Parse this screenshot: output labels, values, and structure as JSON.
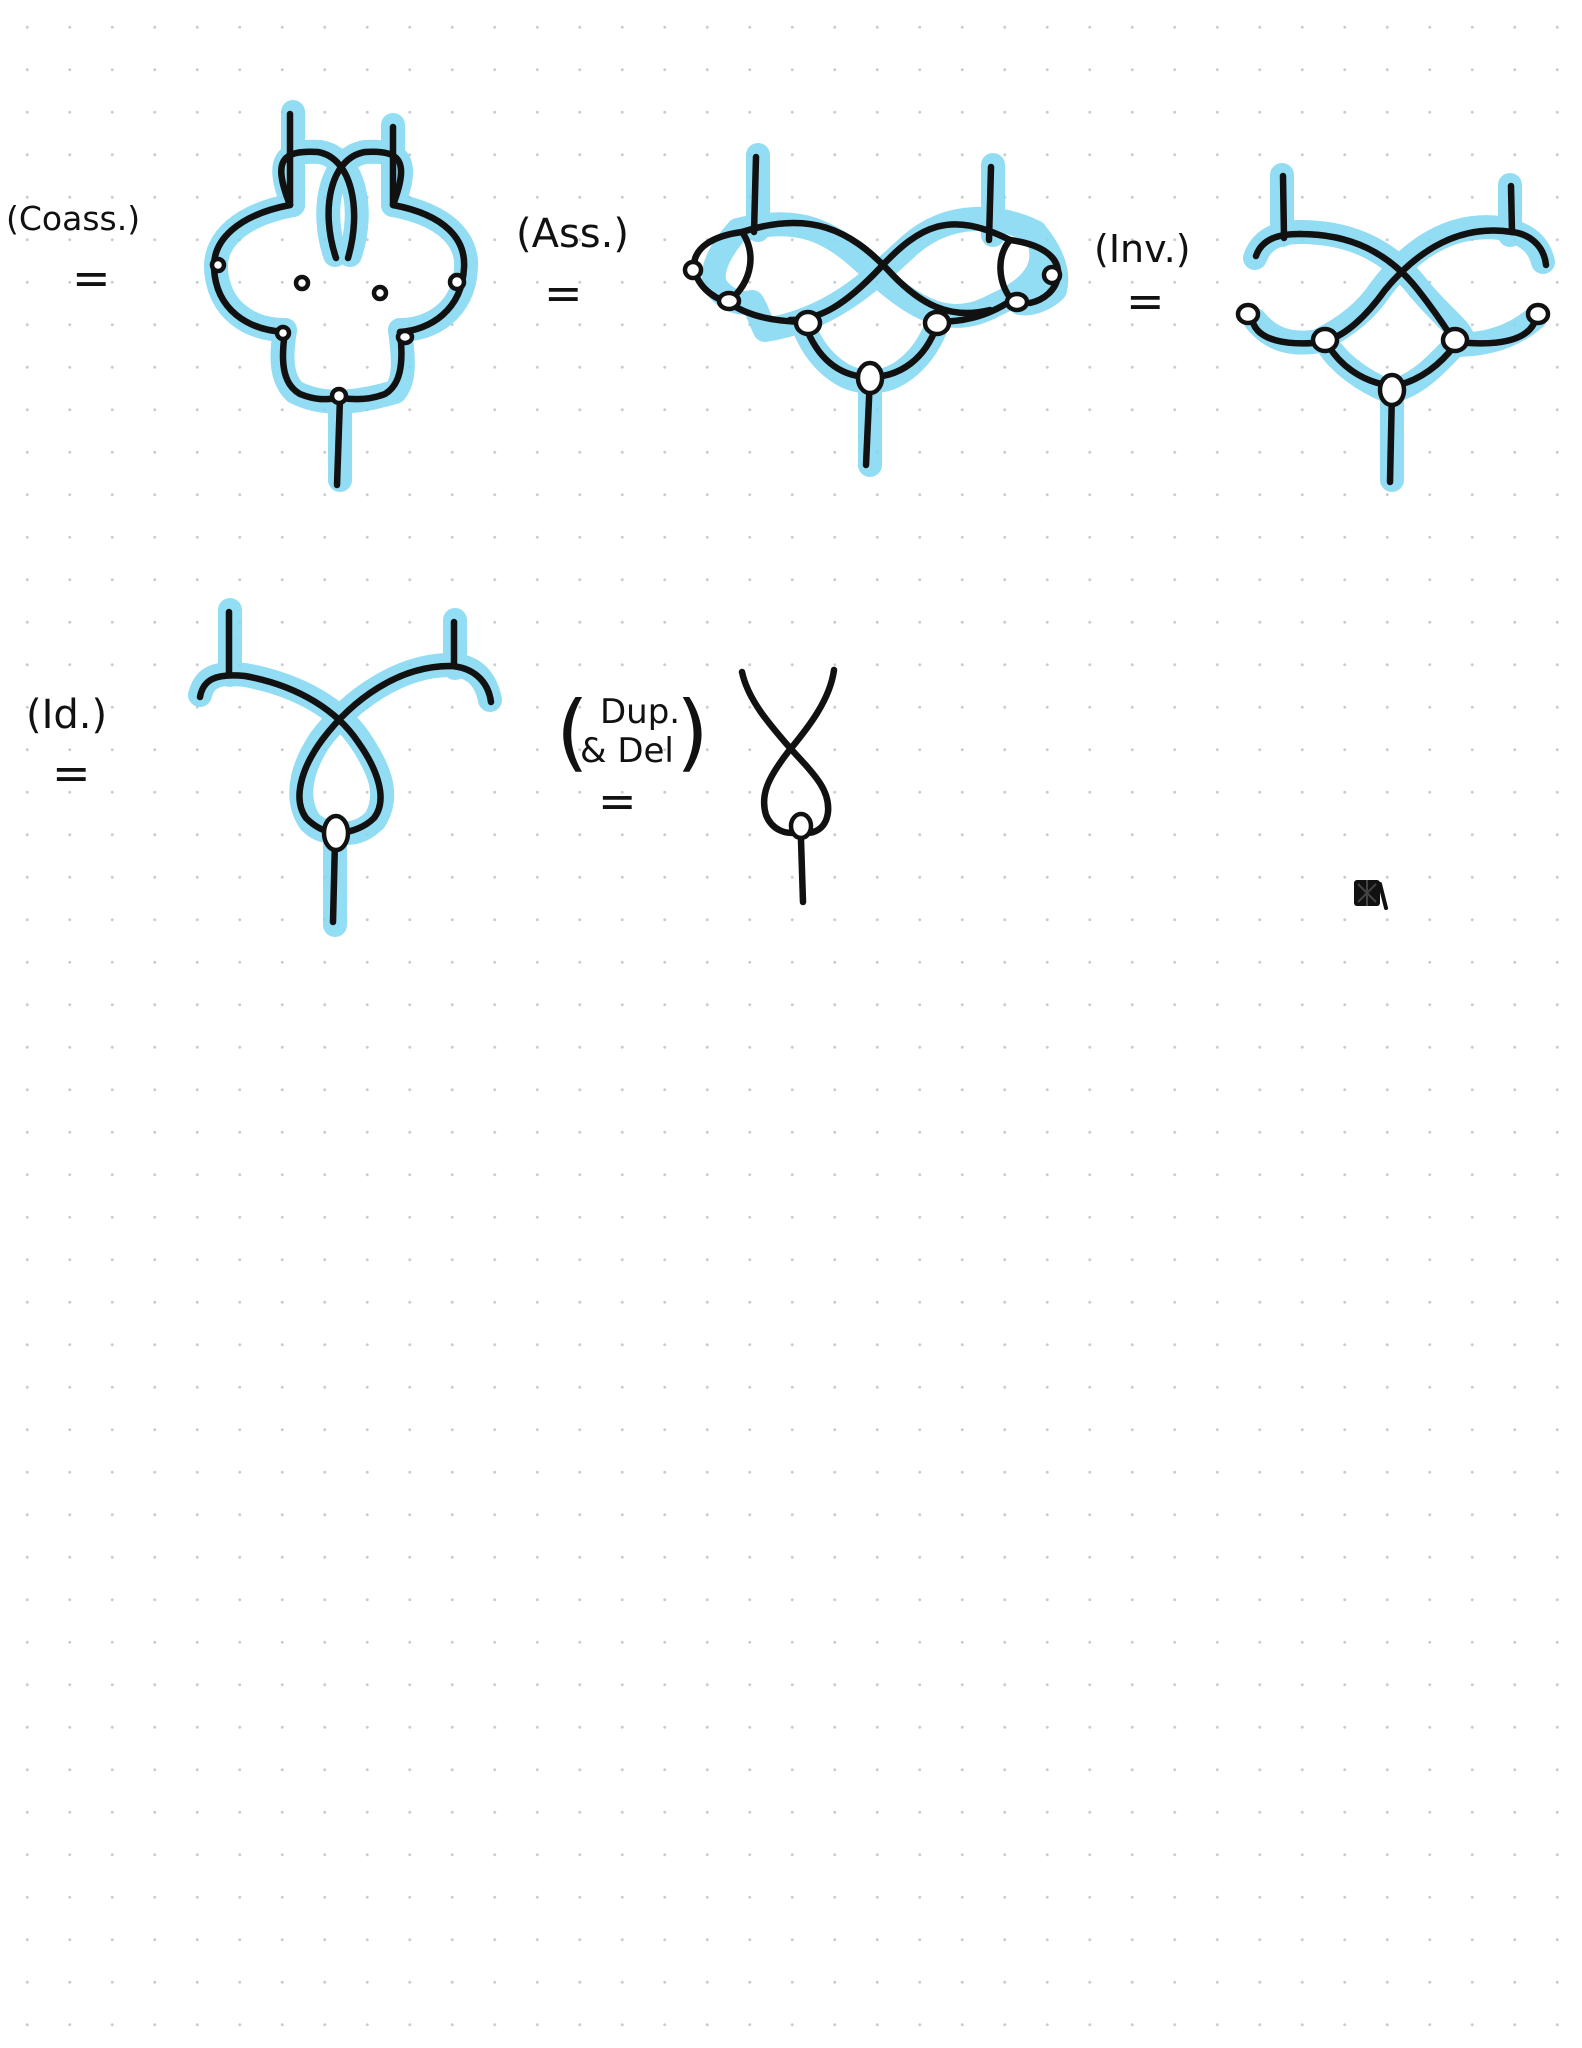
{
  "colors": {
    "ink": "#111111",
    "highlight": "#7fd8f2",
    "grid_dot": "#c9cdd2",
    "paper": "#ffffff"
  },
  "labels": {
    "coass": "(Coass.)",
    "ass": "(Ass.)",
    "inv": "(Inv.)",
    "id": "(Id.)",
    "dup_line1": "Dup.",
    "dup_line2": "& Del",
    "equals": "="
  }
}
